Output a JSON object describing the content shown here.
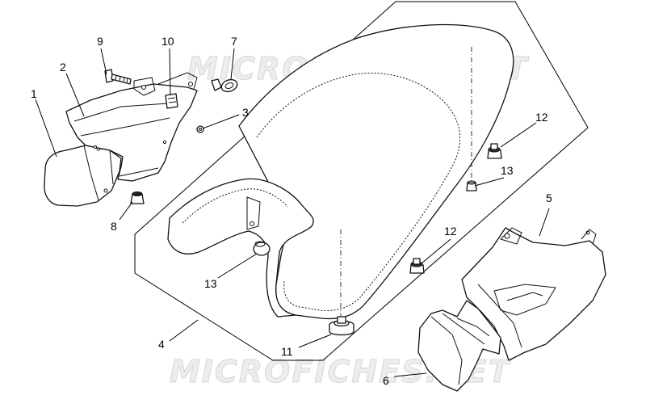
{
  "watermark": {
    "top": "MICROFICHES.NET",
    "bottom": "MICROFICHES.NET"
  },
  "callouts": {
    "c1": "1",
    "c2": "2",
    "c3": "3",
    "c4": "4",
    "c5": "5",
    "c6": "6",
    "c7": "7",
    "c8": "8",
    "c9": "9",
    "c10": "10",
    "c11": "11",
    "c12a": "12",
    "c12b": "12",
    "c13a": "13",
    "c13b": "13"
  }
}
